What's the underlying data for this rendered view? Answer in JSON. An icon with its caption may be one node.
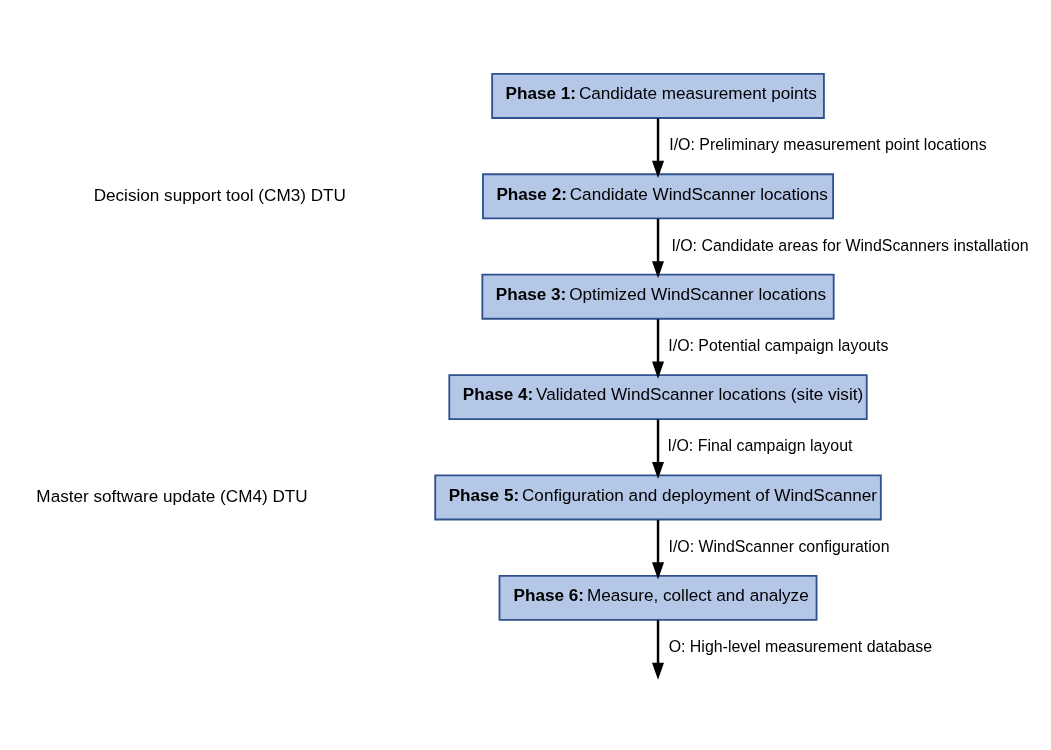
{
  "diagram": {
    "nodes": [
      {
        "text": [
          "**Phase 1:** Candidate measurement points"
        ]
      },
      {
        "text": [
          "**Phase 2:** Candidate WindScanner locations"
        ]
      },
      {
        "text": [
          "**Phase 3:** Optimized WindScanner locations"
        ]
      },
      {
        "text": [
          "**Phase 4:** Validated WindScanner locations (site visit)"
        ]
      },
      {
        "text": [
          "**Phase 5:** Configuration and deployment of WindScanner"
        ]
      },
      {
        "text": [
          "**Phase 6:** Measure, collect and analyze"
        ]
      }
    ],
    "edges": [
      {
        "from": 0,
        "to": 1,
        "arrow": "to",
        "label": "I/O: Preliminary measurement point locations"
      },
      {
        "from": 1,
        "to": 2,
        "arrow": "to",
        "label": "I/O: Candidate areas for WindScanners installation"
      },
      {
        "from": 2,
        "to": 3,
        "arrow": "to",
        "label": "I/O: Potential campaign layouts"
      },
      {
        "from": 3,
        "to": 4,
        "arrow": "to",
        "label": "I/O: Final campaign layout"
      },
      {
        "from": 4,
        "to": 5,
        "arrow": "to",
        "label": "I/O: WindScanner configuration"
      },
      {
        "from": 5,
        "to": null,
        "arrow": "to",
        "label": "O: High-level measurement database"
      }
    ],
    "labels": [
      "Decision support tool (CM3) DTU",
      "Master software update (CM4) DTU"
    ]
  }
}
